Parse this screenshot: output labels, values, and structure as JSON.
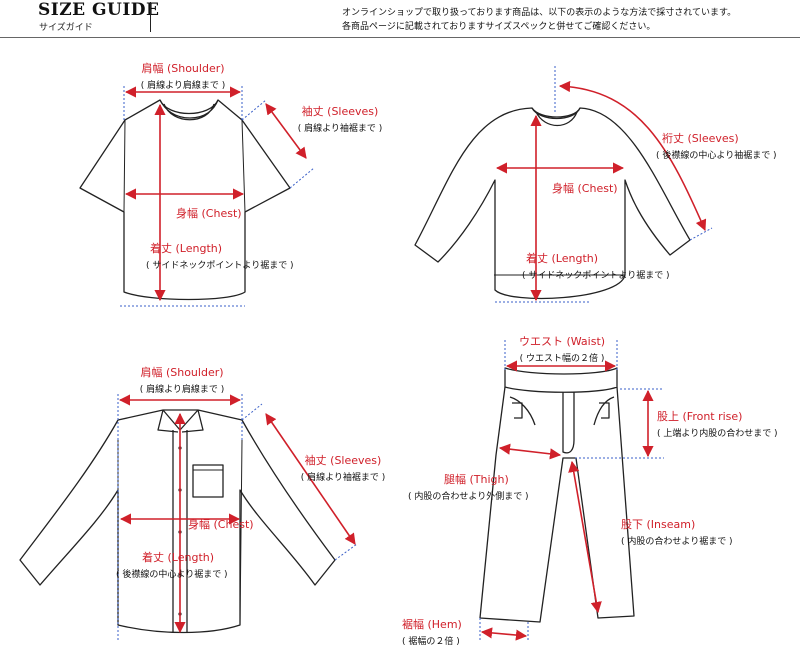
{
  "header": {
    "title": "SIZE GUIDE",
    "subtitle": "サイズガイド",
    "note_line1": "オンラインショップで取り扱っております商品は、以下の表示のような方法で採寸されています。",
    "note_line2": "各商品ページに記載されておりますサイズスペックと併せてご確認ください。"
  },
  "tshirt": {
    "shoulder": {
      "label": "肩幅 (Shoulder)",
      "desc": "( 肩線より肩線まで )"
    },
    "sleeves": {
      "label": "袖丈 (Sleeves)",
      "desc": "( 肩線より袖裾まで )"
    },
    "chest": {
      "label": "身幅 (Chest)"
    },
    "length": {
      "label": "着丈 (Length)",
      "desc": "( サイドネックポイントより裾まで )"
    }
  },
  "sweat": {
    "sleeves": {
      "label": "裄丈 (Sleeves)",
      "desc": "( 後襟線の中心より袖裾まで )"
    },
    "chest": {
      "label": "身幅 (Chest)"
    },
    "length": {
      "label": "着丈 (Length)",
      "desc": "( サイドネックポイントより裾まで )"
    }
  },
  "shirt": {
    "shoulder": {
      "label": "肩幅 (Shoulder)",
      "desc": "( 肩線より肩線まで )"
    },
    "sleeves": {
      "label": "袖丈 (Sleeves)",
      "desc": "( 肩線より袖裾まで )"
    },
    "chest": {
      "label": "身幅 (Chest)"
    },
    "length": {
      "label": "着丈 (Length)",
      "desc": "( 後襟線の中心より裾まで )"
    }
  },
  "pants": {
    "waist": {
      "label": "ウエスト (Waist)",
      "desc": "( ウエスト幅の２倍 )"
    },
    "front_rise": {
      "label": "股上 (Front rise)",
      "desc": "( 上端より内股の合わせまで )"
    },
    "thigh": {
      "label": "腿幅 (Thigh)",
      "desc": "( 内股の合わせより外側まで )"
    },
    "inseam": {
      "label": "股下 (Inseam)",
      "desc": "( 内股の合わせより裾まで )"
    },
    "hem": {
      "label": "裾幅 (Hem)",
      "desc": "( 裾幅の２倍 )"
    }
  },
  "colors": {
    "accent": "#d0202a",
    "guide": "#3a5fc8",
    "outline": "#222222"
  }
}
